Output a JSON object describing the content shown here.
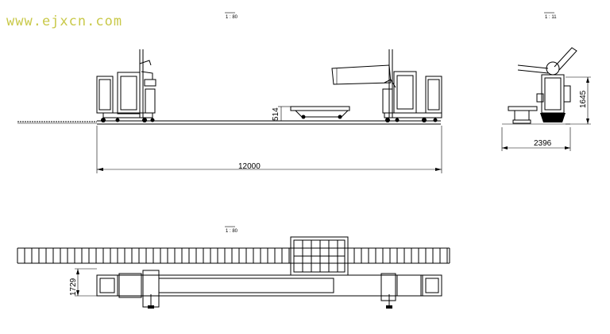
{
  "watermark": "www.ejxcn.com",
  "views": {
    "front": {
      "scale_label": "1 : 80"
    },
    "side": {
      "scale_label": "1 : 11"
    },
    "plan": {
      "scale_label": "1 : 80"
    }
  },
  "dimensions": {
    "overall_length": "12000",
    "cart_height": "514",
    "side_height": "1645",
    "side_width": "2396",
    "plan_width": "1729"
  }
}
